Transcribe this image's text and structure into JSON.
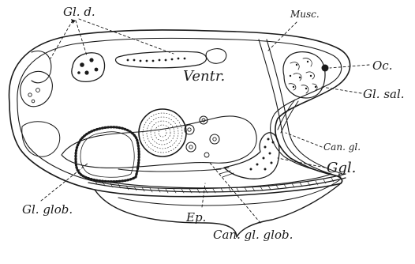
{
  "figure": {
    "labels": {
      "gl_d": "Gl. d.",
      "musc": "Musc.",
      "oc": "Oc.",
      "ventr": "Ventr.",
      "gl_sal": "Gl. sal.",
      "can_gl": "Can. gl.",
      "ggl": "Ggl.",
      "gl_glob": "Gl. glob.",
      "ep": "Ep.",
      "can_gl_glob": "Can. gl. glob."
    },
    "colors": {
      "ink": "#1a1a1a",
      "background": "#ffffff"
    }
  }
}
